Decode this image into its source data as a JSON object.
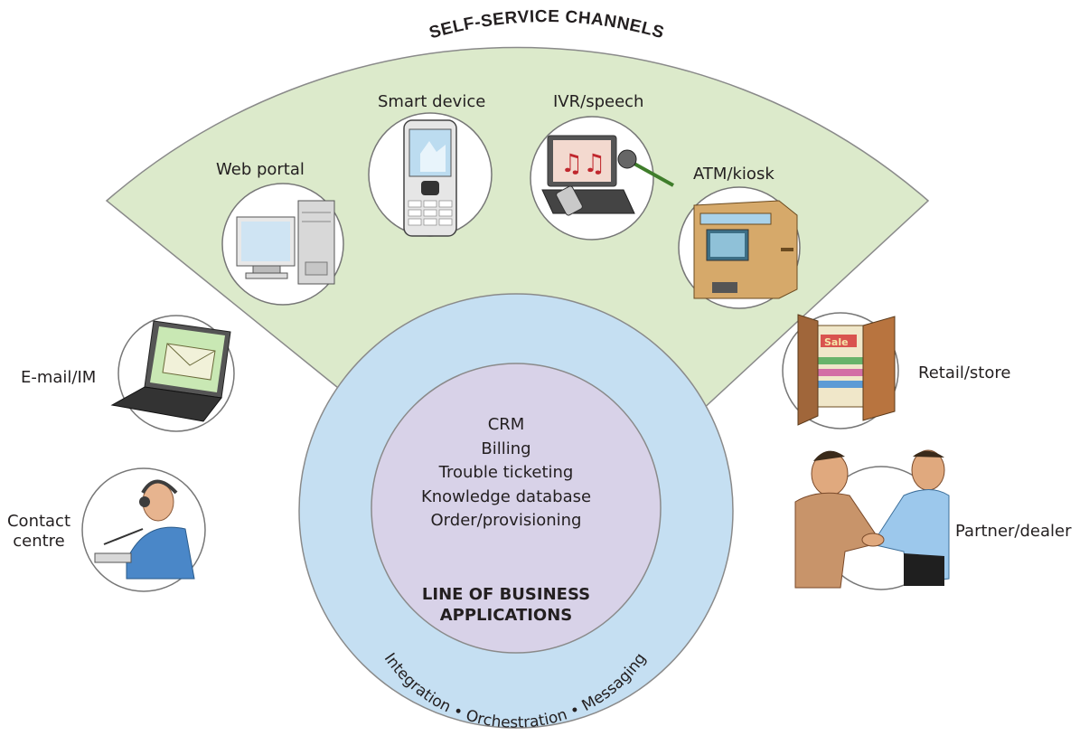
{
  "diagram": {
    "self_service": {
      "title": "SELF-SERVICE CHANNELS",
      "fill_color": "#dceacb",
      "channels": [
        {
          "label": "Web portal",
          "icon": "desktop-computer-icon"
        },
        {
          "label": "Smart device",
          "icon": "mobile-phone-icon"
        },
        {
          "label": "IVR/speech",
          "icon": "laptop-microphone-icon"
        },
        {
          "label": "ATM/kiosk",
          "icon": "atm-icon"
        }
      ]
    },
    "assisted_channels": [
      {
        "label": "E-mail/IM",
        "icon": "laptop-envelope-icon"
      },
      {
        "label": "Contact centre",
        "label_line1": "Contact",
        "label_line2": "centre",
        "icon": "headset-agent-icon"
      },
      {
        "label": "Retail/store",
        "icon": "storefront-icon"
      },
      {
        "label": "Partner/dealer",
        "icon": "handshake-icon"
      }
    ],
    "core": {
      "applications": [
        "CRM",
        "Billing",
        "Trouble ticketing",
        "Knowledge database",
        "Order/provisioning"
      ],
      "title_line1": "LINE OF BUSINESS",
      "title_line2": "APPLICATIONS",
      "inner_color": "#d8d2e8",
      "outer_color": "#c5dff2"
    },
    "ring_text": "Integration • Orchestration • Messaging"
  }
}
